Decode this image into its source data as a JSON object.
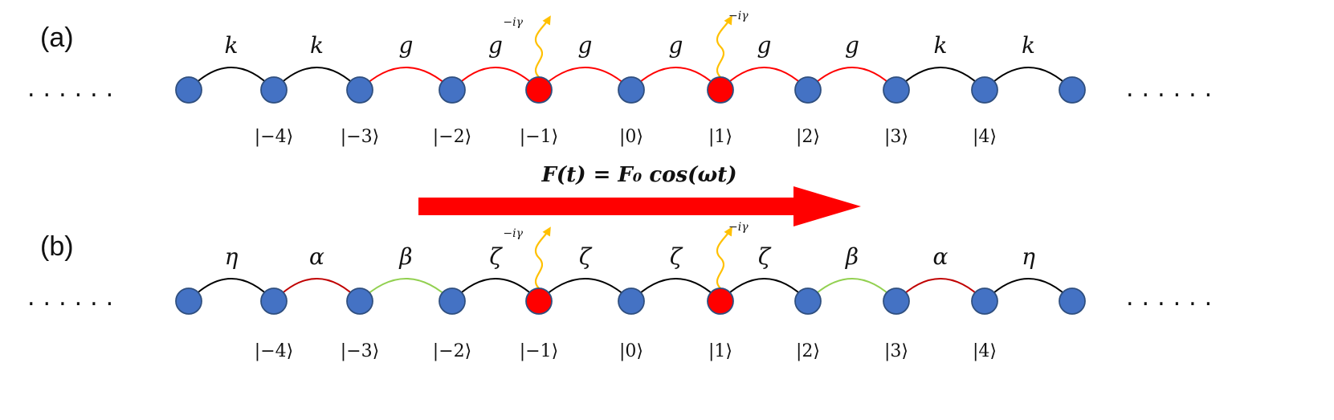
{
  "panels": [
    {
      "label": "(a)",
      "ellipsis_left": "......",
      "ellipsis_right": "......",
      "sites": [
        {
          "color": "#4472c4",
          "ket": ""
        },
        {
          "color": "#4472c4",
          "ket": "|−4⟩"
        },
        {
          "color": "#4472c4",
          "ket": "|−3⟩"
        },
        {
          "color": "#4472c4",
          "ket": "|−2⟩"
        },
        {
          "color": "#ff0000",
          "ket": "|−1⟩"
        },
        {
          "color": "#4472c4",
          "ket": "|0⟩"
        },
        {
          "color": "#ff0000",
          "ket": "|1⟩"
        },
        {
          "color": "#4472c4",
          "ket": "|2⟩"
        },
        {
          "color": "#4472c4",
          "ket": "|3⟩"
        },
        {
          "color": "#4472c4",
          "ket": "|4⟩"
        },
        {
          "color": "#4472c4",
          "ket": ""
        }
      ],
      "bonds": [
        {
          "label": "k",
          "color": "#000000"
        },
        {
          "label": "k",
          "color": "#000000"
        },
        {
          "label": "g",
          "color": "#ff0000"
        },
        {
          "label": "g",
          "color": "#ff0000"
        },
        {
          "label": "g",
          "color": "#ff0000"
        },
        {
          "label": "g",
          "color": "#ff0000"
        },
        {
          "label": "g",
          "color": "#ff0000"
        },
        {
          "label": "g",
          "color": "#ff0000"
        },
        {
          "label": "k",
          "color": "#000000"
        },
        {
          "label": "k",
          "color": "#000000"
        }
      ],
      "loss": [
        {
          "site": 4,
          "label": "−iγ"
        },
        {
          "site": 6,
          "label": "−iγ"
        }
      ]
    },
    {
      "label": "(b)",
      "ellipsis_left": "......",
      "ellipsis_right": "......",
      "sites": [
        {
          "color": "#4472c4",
          "ket": ""
        },
        {
          "color": "#4472c4",
          "ket": "|−4⟩"
        },
        {
          "color": "#4472c4",
          "ket": "|−3⟩"
        },
        {
          "color": "#4472c4",
          "ket": "|−2⟩"
        },
        {
          "color": "#ff0000",
          "ket": "|−1⟩"
        },
        {
          "color": "#4472c4",
          "ket": "|0⟩"
        },
        {
          "color": "#ff0000",
          "ket": "|1⟩"
        },
        {
          "color": "#4472c4",
          "ket": "|2⟩"
        },
        {
          "color": "#4472c4",
          "ket": "|3⟩"
        },
        {
          "color": "#4472c4",
          "ket": "|4⟩"
        },
        {
          "color": "#4472c4",
          "ket": ""
        }
      ],
      "bonds": [
        {
          "label": "η",
          "color": "#000000"
        },
        {
          "label": "α",
          "color": "#c00000"
        },
        {
          "label": "β",
          "color": "#92d050"
        },
        {
          "label": "ζ",
          "color": "#000000"
        },
        {
          "label": "ζ",
          "color": "#000000"
        },
        {
          "label": "ζ",
          "color": "#000000"
        },
        {
          "label": "ζ",
          "color": "#000000"
        },
        {
          "label": "β",
          "color": "#92d050"
        },
        {
          "label": "α",
          "color": "#c00000"
        },
        {
          "label": "η",
          "color": "#000000"
        }
      ],
      "loss": [
        {
          "site": 4,
          "label": "−iγ"
        },
        {
          "site": 6,
          "label": "−iγ"
        }
      ]
    }
  ],
  "drive": {
    "label": "F(t) = F₀ cos(ωt)",
    "arrow_color": "#ff0000"
  },
  "colors": {
    "loss_arrow": "#ffc000",
    "site_outline": "#2f4f7f"
  }
}
